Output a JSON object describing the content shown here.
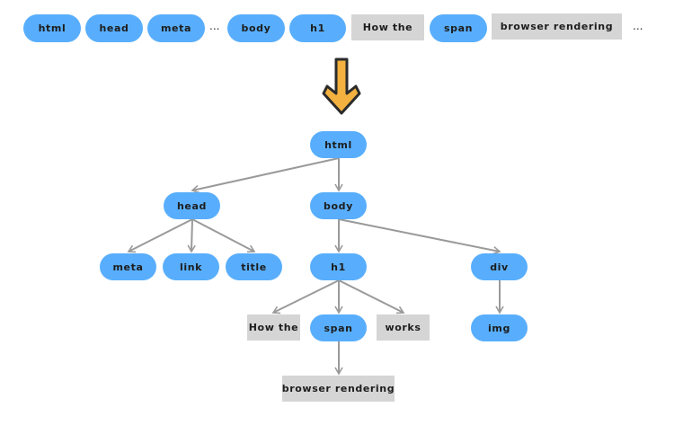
{
  "token_stream": [
    {
      "label": "html",
      "kind": "element"
    },
    {
      "label": "head",
      "kind": "element"
    },
    {
      "label": "meta",
      "kind": "element"
    },
    {
      "label": "...",
      "kind": "ellipsis"
    },
    {
      "label": "body",
      "kind": "element"
    },
    {
      "label": "h1",
      "kind": "element"
    },
    {
      "label": "How the",
      "kind": "text"
    },
    {
      "label": "span",
      "kind": "element"
    },
    {
      "label": "browser rendering",
      "kind": "text"
    },
    {
      "label": "...",
      "kind": "ellipsis"
    }
  ],
  "tree": {
    "html": "html",
    "head": "head",
    "body": "body",
    "meta": "meta",
    "link": "link",
    "title": "title",
    "h1": "h1",
    "div": "div",
    "text_how_the": "How the",
    "span": "span",
    "text_works": "works",
    "img": "img",
    "text_browser_rendering": "browser rendering"
  },
  "colors": {
    "element_node": "#58aefc",
    "text_node": "#d5d5d5",
    "edge": "#9a9a9a",
    "arrow_fill": "#f3b13f",
    "arrow_stroke": "#2b2b2b"
  }
}
